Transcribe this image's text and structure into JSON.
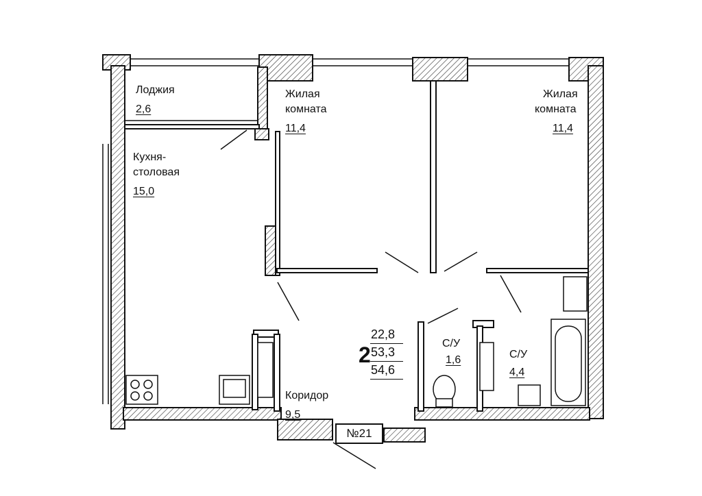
{
  "rooms": {
    "loggia": {
      "name": "Лоджия",
      "area": "2,6"
    },
    "living1": {
      "name_line1": "Жилая",
      "name_line2": "комната",
      "area": "11,4"
    },
    "living2": {
      "name_line1": "Жилая",
      "name_line2": "комната",
      "area": "11,4"
    },
    "kitchen": {
      "name_line1": "Кухня-",
      "name_line2": "столовая",
      "area": "15,0"
    },
    "corridor": {
      "name": "Коридор",
      "area": "9,5"
    },
    "bath1": {
      "name": "С/У",
      "area": "1,6"
    },
    "bath2": {
      "name": "С/У",
      "area": "4,4"
    }
  },
  "summary": {
    "rooms_count": "2",
    "living_area": "22,8",
    "total_area_1": "53,3",
    "total_area_2": "54,6"
  },
  "apartment_number": "№21"
}
